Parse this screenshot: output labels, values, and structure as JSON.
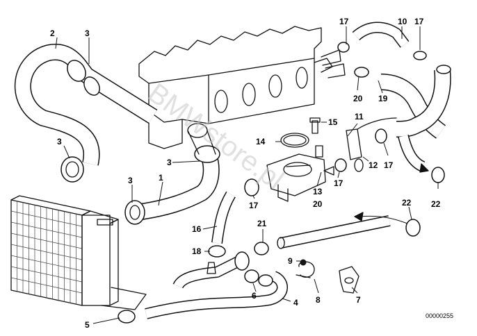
{
  "diagram": {
    "watermark": "BMWstore.pl",
    "doc_id": "00000255",
    "callouts": [
      {
        "id": "c1",
        "label": "1"
      },
      {
        "id": "c2",
        "label": "2"
      },
      {
        "id": "c3a",
        "label": "3"
      },
      {
        "id": "c3b",
        "label": "3"
      },
      {
        "id": "c3c",
        "label": "3"
      },
      {
        "id": "c3d",
        "label": "3"
      },
      {
        "id": "c4",
        "label": "4"
      },
      {
        "id": "c5",
        "label": "5"
      },
      {
        "id": "c6",
        "label": "6"
      },
      {
        "id": "c7",
        "label": "7"
      },
      {
        "id": "c8",
        "label": "8"
      },
      {
        "id": "c9",
        "label": "9"
      },
      {
        "id": "c10",
        "label": "10"
      },
      {
        "id": "c11",
        "label": "11"
      },
      {
        "id": "c12",
        "label": "12"
      },
      {
        "id": "c13",
        "label": "13"
      },
      {
        "id": "c14",
        "label": "14"
      },
      {
        "id": "c15",
        "label": "15"
      },
      {
        "id": "c16",
        "label": "16"
      },
      {
        "id": "c17a",
        "label": "17"
      },
      {
        "id": "c17b",
        "label": "17"
      },
      {
        "id": "c17c",
        "label": "17"
      },
      {
        "id": "c17d",
        "label": "17"
      },
      {
        "id": "c17e",
        "label": "17"
      },
      {
        "id": "c18",
        "label": "18"
      },
      {
        "id": "c19",
        "label": "19"
      },
      {
        "id": "c20a",
        "label": "20"
      },
      {
        "id": "c20b",
        "label": "20"
      },
      {
        "id": "c21",
        "label": "21"
      },
      {
        "id": "c22a",
        "label": "22"
      },
      {
        "id": "c22b",
        "label": "22"
      }
    ]
  }
}
